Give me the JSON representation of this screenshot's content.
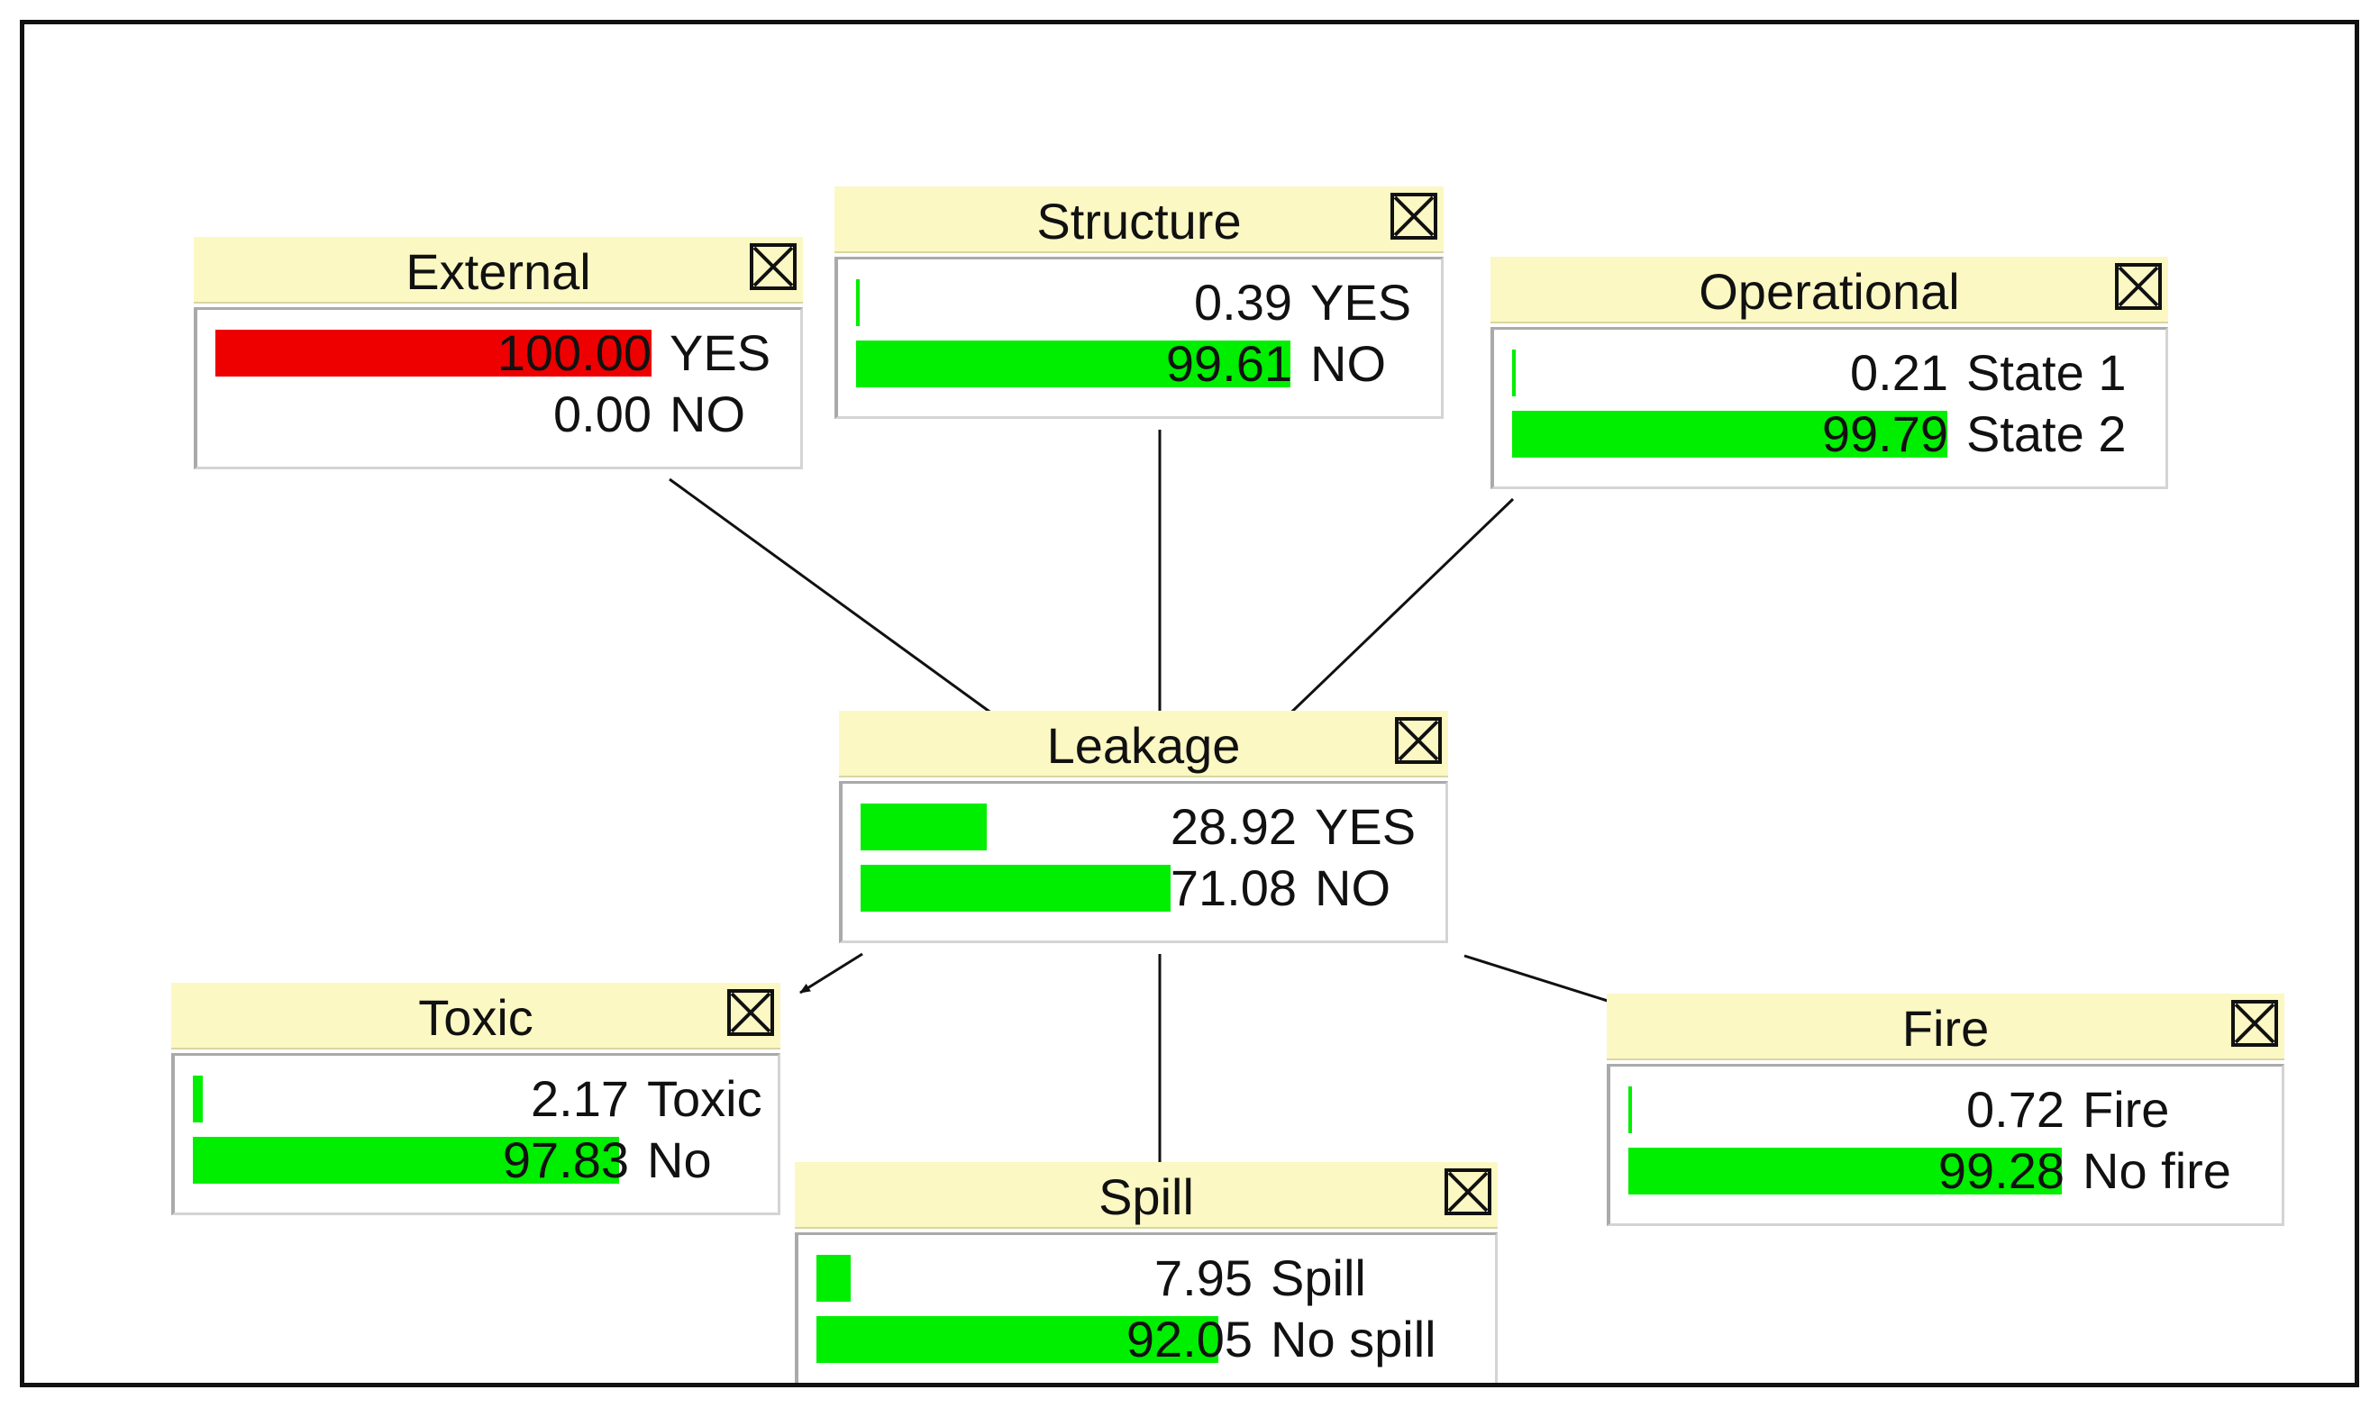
{
  "colors": {
    "evidence_bar": "#ee0000",
    "belief_bar": "#00ee00",
    "header": "#fbf8c3",
    "arrow": "#111111"
  },
  "nodes": {
    "external": {
      "title": "External",
      "close_icon": "close-box-icon",
      "states": [
        {
          "value": "100.00",
          "label": "YES",
          "fraction": 1.0,
          "evidence": true
        },
        {
          "value": "0.00",
          "label": "NO",
          "fraction": 0.0,
          "evidence": false
        }
      ]
    },
    "structure": {
      "title": "Structure",
      "close_icon": "close-box-icon",
      "states": [
        {
          "value": "0.39",
          "label": "YES",
          "fraction": 0.0039
        },
        {
          "value": "99.61",
          "label": "NO",
          "fraction": 0.9961
        }
      ]
    },
    "operational": {
      "title": "Operational",
      "close_icon": "close-box-icon",
      "states": [
        {
          "value": "0.21",
          "label": "State 1",
          "fraction": 0.0021
        },
        {
          "value": "99.79",
          "label": "State 2",
          "fraction": 0.9979
        }
      ]
    },
    "leakage": {
      "title": "Leakage",
      "close_icon": "close-box-icon",
      "states": [
        {
          "value": "28.92",
          "label": "YES",
          "fraction": 0.2892
        },
        {
          "value": "71.08",
          "label": "NO",
          "fraction": 0.7108
        }
      ]
    },
    "toxic": {
      "title": "Toxic",
      "close_icon": "close-box-icon",
      "states": [
        {
          "value": "2.17",
          "label": "Toxic",
          "fraction": 0.0217
        },
        {
          "value": "97.83",
          "label": "No",
          "fraction": 0.9783
        }
      ]
    },
    "spill": {
      "title": "Spill",
      "close_icon": "close-box-icon",
      "states": [
        {
          "value": "7.95",
          "label": "Spill",
          "fraction": 0.0795
        },
        {
          "value": "92.05",
          "label": "No spill",
          "fraction": 0.9205
        }
      ]
    },
    "fire": {
      "title": "Fire",
      "close_icon": "close-box-icon",
      "states": [
        {
          "value": "0.72",
          "label": "Fire",
          "fraction": 0.0072
        },
        {
          "value": "99.28",
          "label": "No fire",
          "fraction": 0.9928
        }
      ]
    }
  },
  "edges": [
    {
      "from": "External",
      "to": "Leakage"
    },
    {
      "from": "Structure",
      "to": "Leakage"
    },
    {
      "from": "Operational",
      "to": "Leakage"
    },
    {
      "from": "Leakage",
      "to": "Toxic"
    },
    {
      "from": "Leakage",
      "to": "Spill"
    },
    {
      "from": "Leakage",
      "to": "Fire"
    }
  ]
}
